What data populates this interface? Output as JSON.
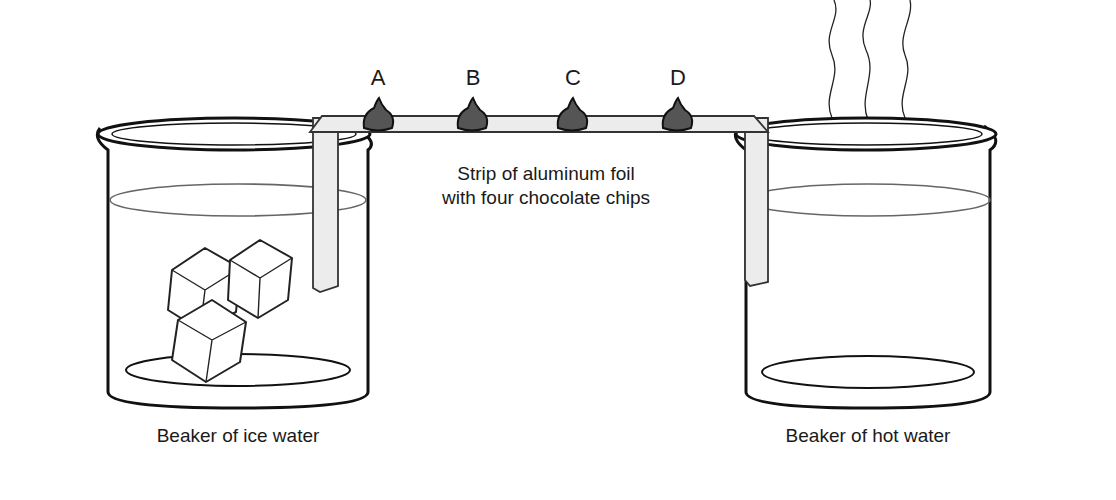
{
  "diagram": {
    "labels": [
      "A",
      "B",
      "C",
      "D",
      "Strip of aluminum foil with four chocolate chips",
      "Beaker of ice water",
      "Beaker of hot water"
    ]
  }
}
